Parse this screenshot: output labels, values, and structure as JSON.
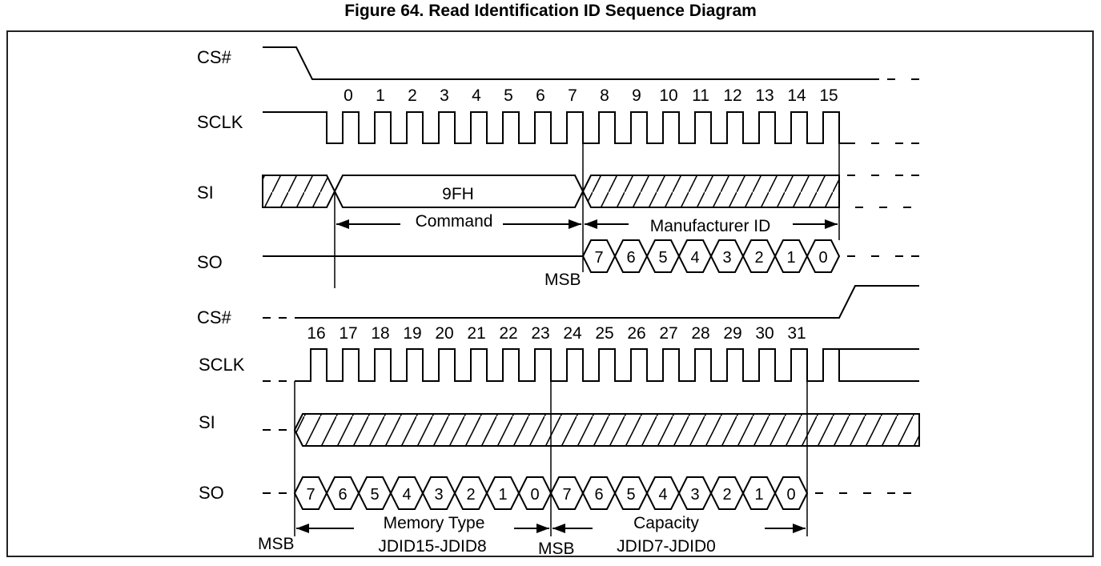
{
  "figure": {
    "title": "Figure 64. Read Identification ID Sequence Diagram"
  },
  "signals": {
    "cs": "CS#",
    "sclk": "SCLK",
    "si": "SI",
    "so": "SO"
  },
  "top": {
    "clock_numbers": [
      "0",
      "1",
      "2",
      "3",
      "4",
      "5",
      "6",
      "7",
      "8",
      "9",
      "10",
      "11",
      "12",
      "13",
      "14",
      "15"
    ],
    "si_value": "9FH",
    "command_label": "Command",
    "manufacturer_label": "Manufacturer ID",
    "so_bits": [
      "7",
      "6",
      "5",
      "4",
      "3",
      "2",
      "1",
      "0"
    ],
    "msb_label": "MSB"
  },
  "bottom": {
    "clock_numbers": [
      "16",
      "17",
      "18",
      "19",
      "20",
      "21",
      "22",
      "23",
      "24",
      "25",
      "26",
      "27",
      "28",
      "29",
      "30",
      "31"
    ],
    "memory_bits": [
      "7",
      "6",
      "5",
      "4",
      "3",
      "2",
      "1",
      "0"
    ],
    "capacity_bits": [
      "7",
      "6",
      "5",
      "4",
      "3",
      "2",
      "1",
      "0"
    ],
    "memory_type_label": "Memory Type",
    "memory_type_range": "JDID15-JDID8",
    "capacity_label": "Capacity",
    "capacity_range": "JDID7-JDID0",
    "msb_label_left": "MSB",
    "msb_label_mid": "MSB"
  }
}
